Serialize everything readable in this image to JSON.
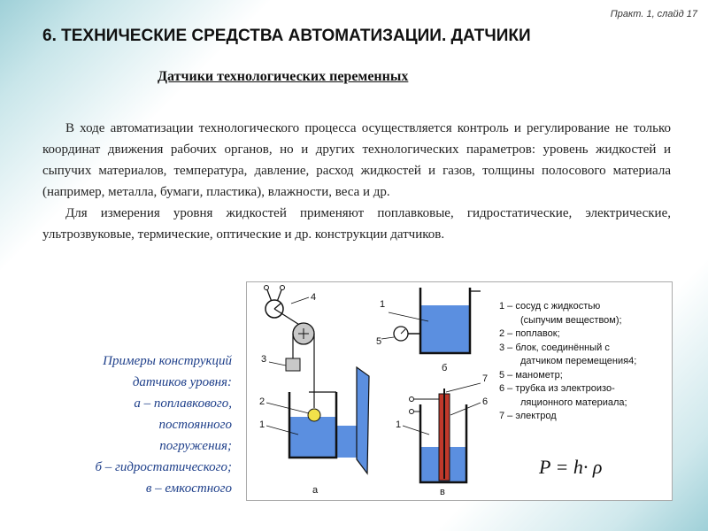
{
  "slide_number": "Практ. 1, слайд 17",
  "title": "6. ТЕХНИЧЕСКИЕ СРЕДСТВА АВТОМАТИЗАЦИИ. ДАТЧИКИ",
  "subtitle": "Датчики технологических переменных",
  "paragraphs": [
    "В ходе автоматизации технологического процесса осуществляется контроль и регулирование не только координат движения рабочих органов, но и других технологических параметров: уровень жидкостей и сыпучих материалов, температура, давление, расход жидкостей и газов, толщины полосового материала (например, металла, бумаги, пластика), влажности, веса и др.",
    "Для измерения уровня жидкостей применяют поплавковые, гидростатические, электрические, ультрозвуковые, термические, оптические и др. конструкции датчиков."
  ],
  "examples": [
    "Примеры конструкций",
    "датчиков уровня:",
    "а – поплавкового,",
    "постоянного",
    "погружения;",
    "б – гидростатического;",
    "в – емкостного"
  ],
  "figure": {
    "labels": {
      "a_4": "4",
      "a_3": "3",
      "a_2": "2",
      "a_1": "1",
      "a_caption": "а",
      "b_1": "1",
      "b_5": "5",
      "b_caption": "б",
      "c_7": "7",
      "c_6": "6",
      "c_1": "1",
      "c_caption": "в"
    },
    "legend": [
      "1 – сосуд с жидкостью",
      "(сыпучим веществом);",
      "2 – поплавок;",
      "3 – блок, соединённый с",
      "датчиком перемещения4;",
      "5 – манометр;",
      "6 – трубка из электроизо-",
      "ляционного материала;",
      "7 – электрод"
    ],
    "formula": "P = h· ρ",
    "colors": {
      "liquid": "#5b8fe0",
      "float": "#f2e24a",
      "insulator": "#c0392b"
    }
  }
}
